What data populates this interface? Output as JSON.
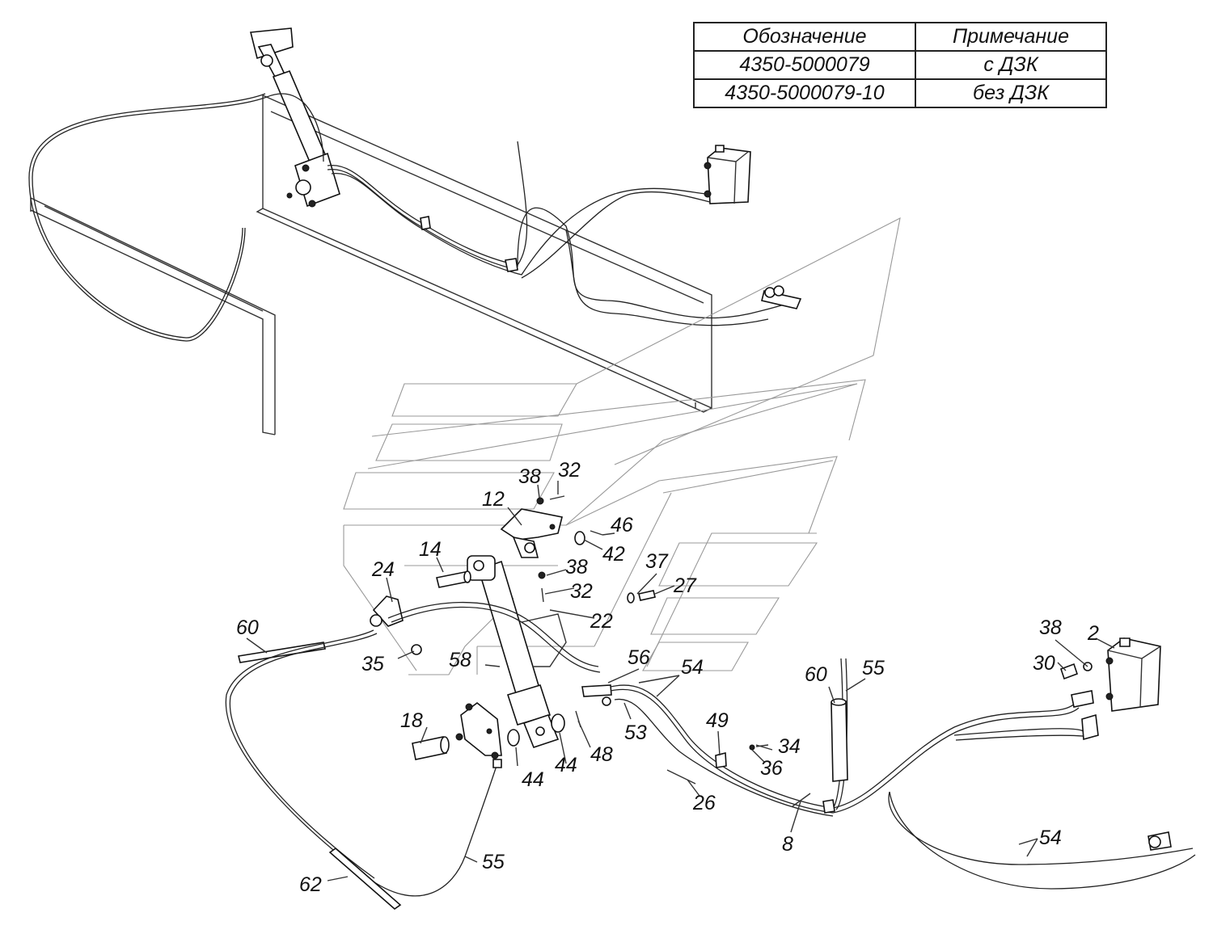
{
  "table": {
    "headers": [
      "Обозначение",
      "Примечание"
    ],
    "rows": [
      [
        "4350-5000079",
        "с ДЗК"
      ],
      [
        "4350-5000079-10",
        "без ДЗК"
      ]
    ]
  },
  "callouts": [
    "2",
    "8",
    "12",
    "14",
    "18",
    "22",
    "24",
    "26",
    "27",
    "30",
    "32",
    "32",
    "34",
    "35",
    "36",
    "37",
    "38",
    "38",
    "38",
    "42",
    "44",
    "44",
    "46",
    "48",
    "49",
    "53",
    "54",
    "54",
    "55",
    "55",
    "56",
    "58",
    "60",
    "60",
    "62"
  ]
}
